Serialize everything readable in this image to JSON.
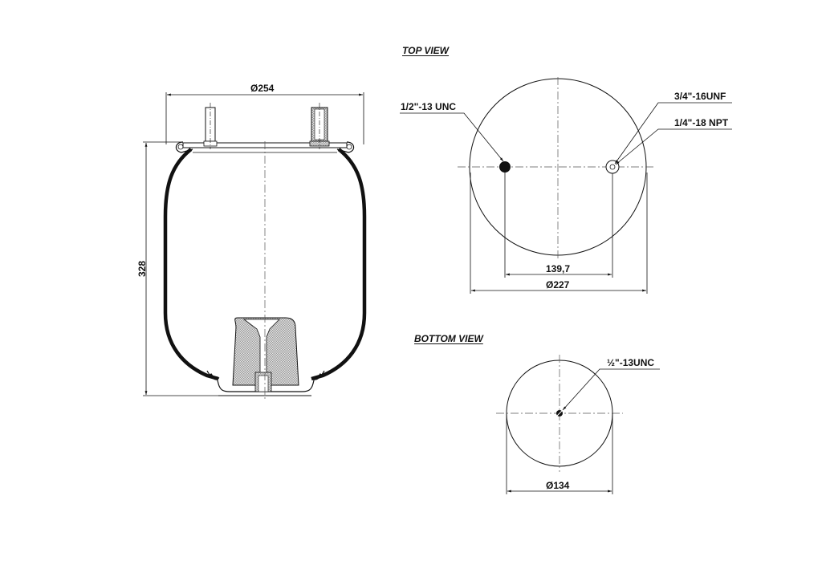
{
  "drawing": {
    "side_view": {
      "width_dim": "Ø254",
      "height_dim": "328"
    },
    "top_view": {
      "title": "TOP VIEW",
      "callout_left": "1/2\"-13 UNC",
      "callout_right_1": "3/4\"-16UNF",
      "callout_right_2": "1/4\"-18 NPT",
      "hole_spacing_dim": "139,7",
      "diameter_dim": "Ø227"
    },
    "bottom_view": {
      "title": "BOTTOM VIEW",
      "callout": "½\"-13UNC",
      "diameter_dim": "Ø134"
    }
  },
  "colors": {
    "line": "#111111",
    "hatch": "#bdbdbd",
    "centerline": "#555555"
  }
}
